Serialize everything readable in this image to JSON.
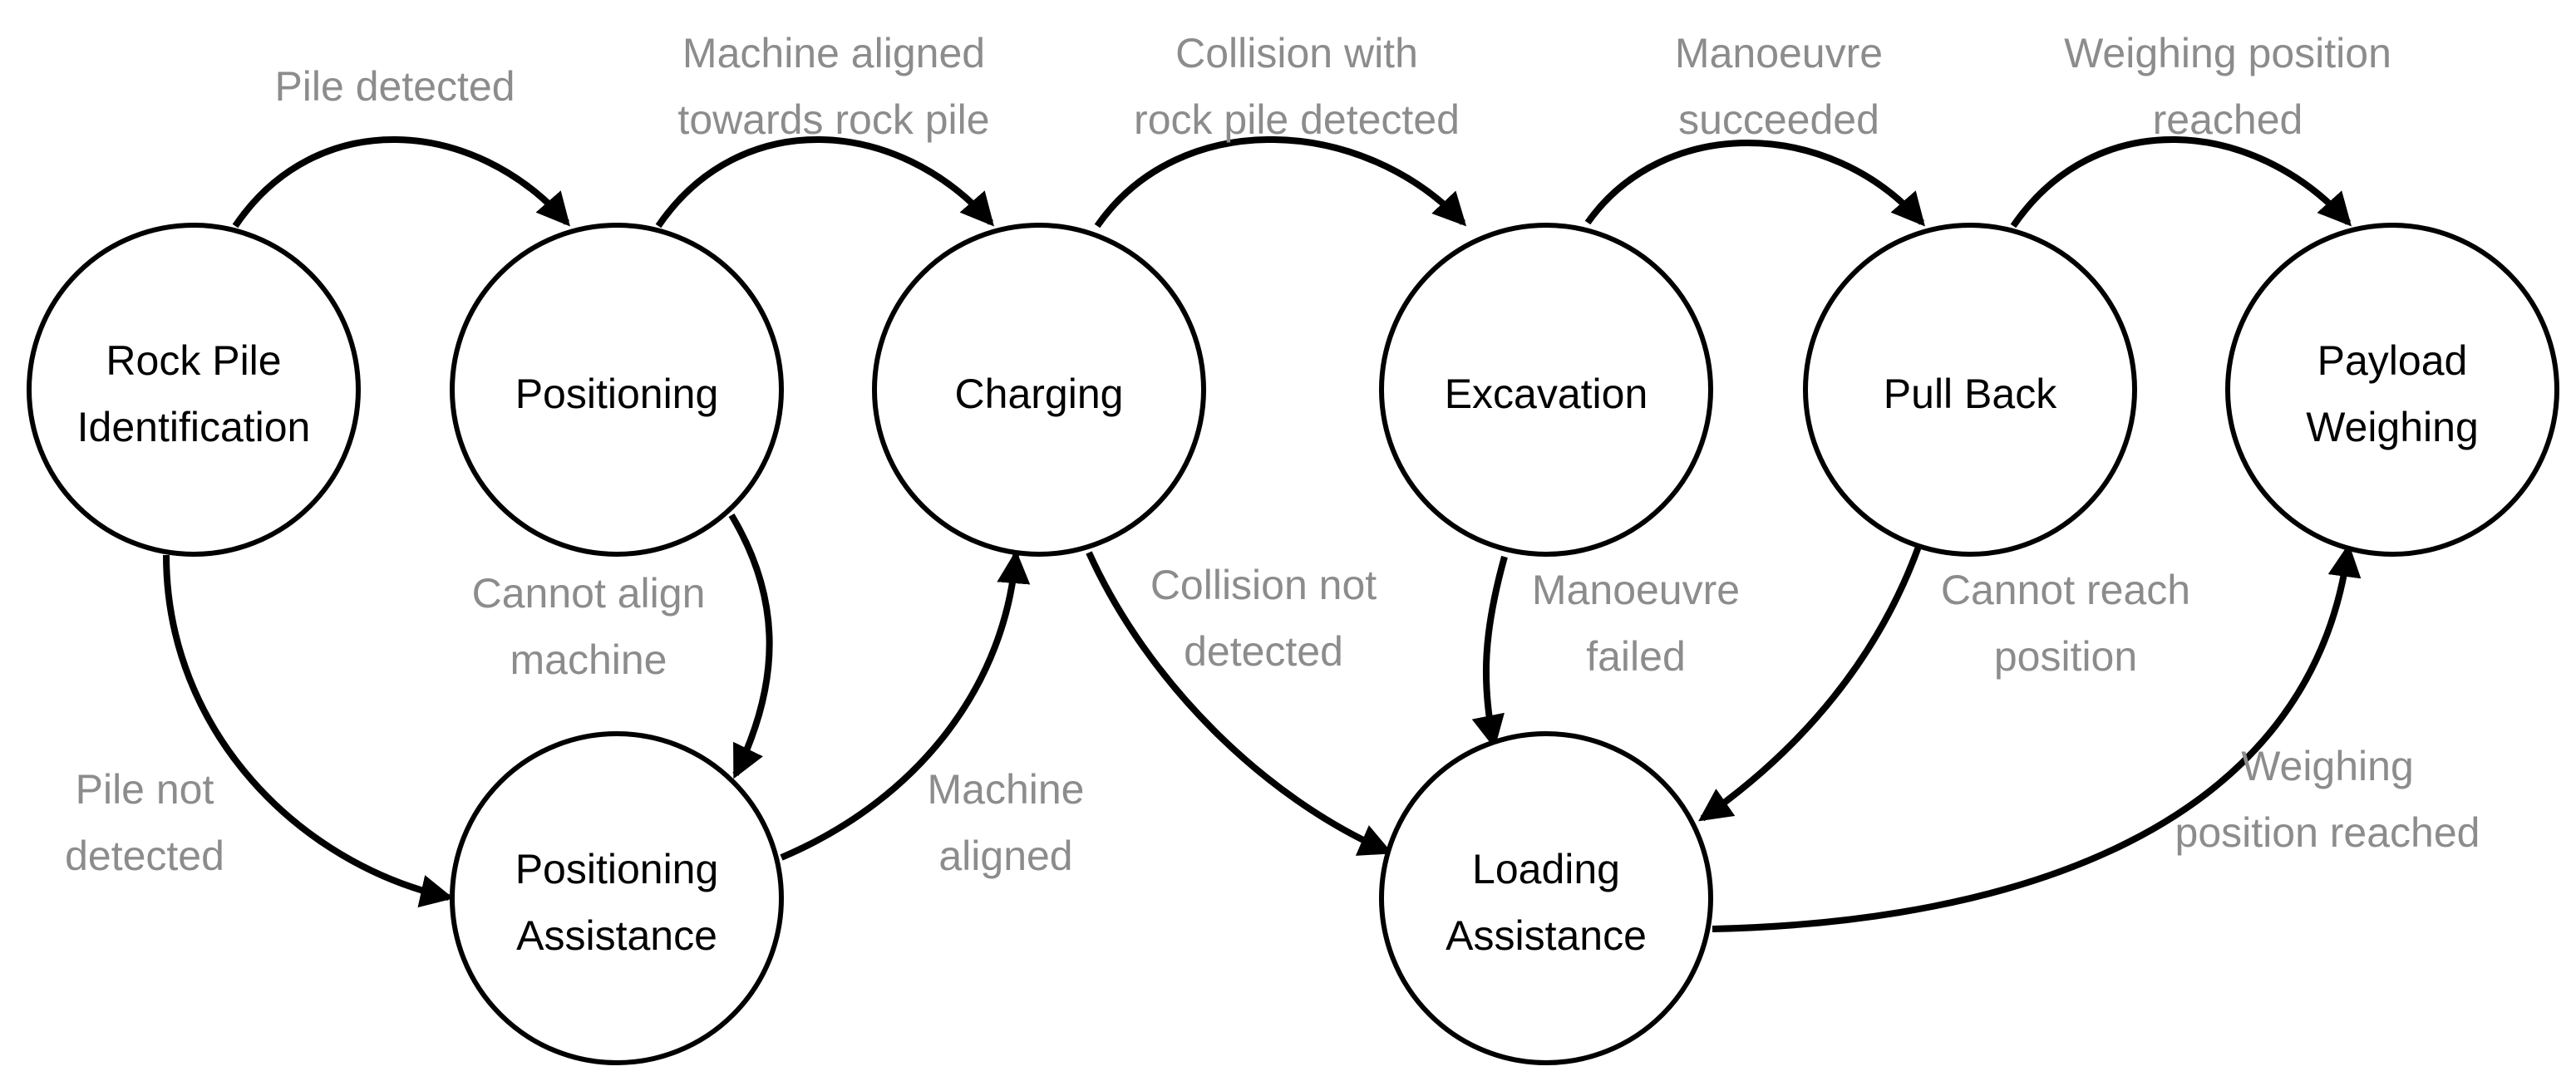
{
  "colors": {
    "line": "#000000",
    "state_text": "#000000",
    "transition_text": "#8c8c8c",
    "background": "#ffffff"
  },
  "states": [
    {
      "id": "rock-pile-identification",
      "lines": [
        "Rock Pile",
        "Identification"
      ]
    },
    {
      "id": "positioning",
      "lines": [
        "Positioning"
      ]
    },
    {
      "id": "charging",
      "lines": [
        "Charging"
      ]
    },
    {
      "id": "excavation",
      "lines": [
        "Excavation"
      ]
    },
    {
      "id": "pull-back",
      "lines": [
        "Pull Back"
      ]
    },
    {
      "id": "payload-weighing",
      "lines": [
        "Payload",
        "Weighing"
      ]
    },
    {
      "id": "positioning-assistance",
      "lines": [
        "Positioning",
        "Assistance"
      ]
    },
    {
      "id": "loading-assistance",
      "lines": [
        "Loading",
        "Assistance"
      ]
    }
  ],
  "transitions": [
    {
      "id": "pile-detected",
      "from": "rock-pile-identification",
      "to": "positioning",
      "lines": [
        "Pile detected"
      ]
    },
    {
      "id": "machine-aligned-towards-rock-pile",
      "from": "positioning",
      "to": "charging",
      "lines": [
        "Machine aligned",
        "towards rock pile"
      ]
    },
    {
      "id": "collision-with-rock-pile-detected",
      "from": "charging",
      "to": "excavation",
      "lines": [
        "Collision with",
        "rock pile detected"
      ]
    },
    {
      "id": "manoeuvre-succeeded",
      "from": "excavation",
      "to": "pull-back",
      "lines": [
        "Manoeuvre",
        "succeeded"
      ]
    },
    {
      "id": "weighing-position-reached-top",
      "from": "pull-back",
      "to": "payload-weighing",
      "lines": [
        "Weighing position",
        "reached"
      ]
    },
    {
      "id": "pile-not-detected",
      "from": "rock-pile-identification",
      "to": "positioning-assistance",
      "lines": [
        "Pile not",
        "detected"
      ]
    },
    {
      "id": "cannot-align-machine",
      "from": "positioning",
      "to": "positioning-assistance",
      "lines": [
        "Cannot align",
        "machine"
      ]
    },
    {
      "id": "machine-aligned",
      "from": "positioning-assistance",
      "to": "charging",
      "lines": [
        "Machine",
        "aligned"
      ]
    },
    {
      "id": "collision-not-detected",
      "from": "charging",
      "to": "loading-assistance",
      "lines": [
        "Collision not",
        "detected"
      ]
    },
    {
      "id": "manoeuvre-failed",
      "from": "excavation",
      "to": "loading-assistance",
      "lines": [
        "Manoeuvre",
        "failed"
      ]
    },
    {
      "id": "cannot-reach-position",
      "from": "pull-back",
      "to": "loading-assistance",
      "lines": [
        "Cannot reach",
        "position"
      ]
    },
    {
      "id": "weighing-position-reached-bottom",
      "from": "loading-assistance",
      "to": "payload-weighing",
      "lines": [
        "Weighing",
        "position reached"
      ]
    }
  ]
}
